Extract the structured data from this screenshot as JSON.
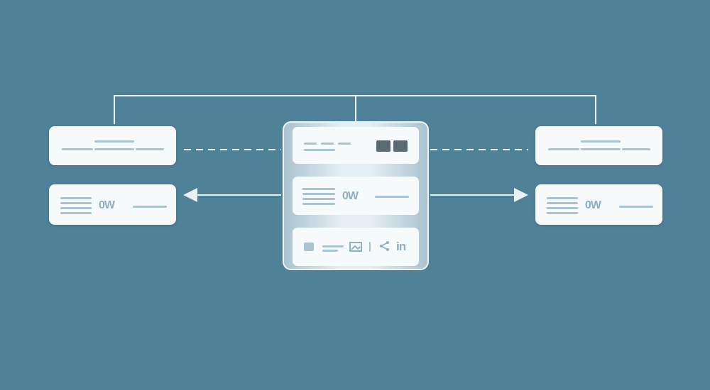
{
  "diagram": {
    "left_card2_text": "0W",
    "right_card2_text": "0W",
    "center_row2_text": "0W",
    "center_row3_linkedin": "in",
    "colors": {
      "background": "#4f8198",
      "card": "#f7fafb",
      "line": "#e9f1f5",
      "placeholder": "#a9c3cf"
    },
    "icons": [
      "share-icon",
      "image-icon",
      "square-icon",
      "window-icon"
    ]
  }
}
